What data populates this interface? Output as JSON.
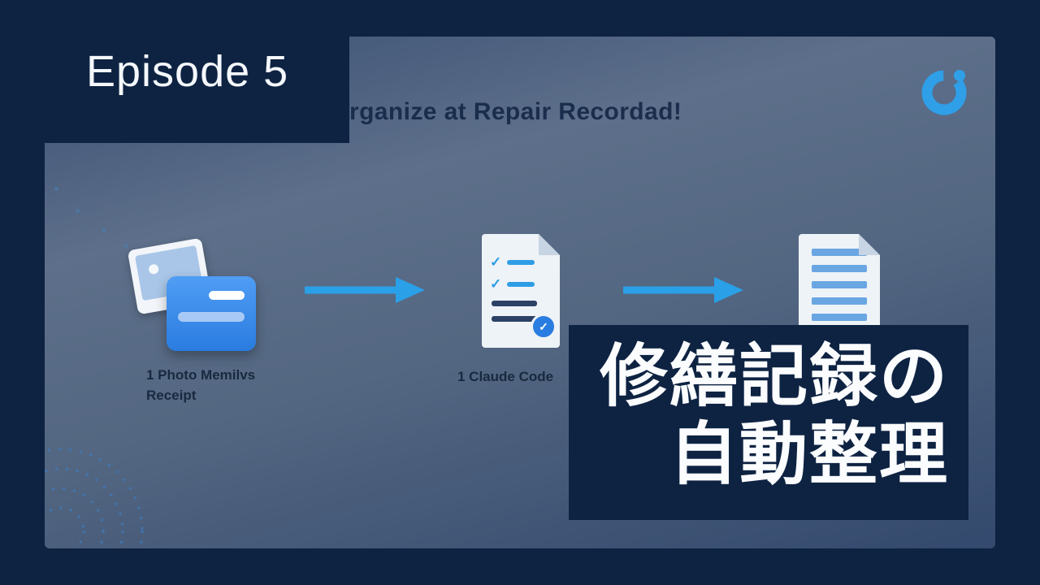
{
  "colors": {
    "background_navy": "#0e2342",
    "accent_blue": "#2aa0e8",
    "receipt_blue": "#2a7ce0",
    "slide_text": "#1b2d4c"
  },
  "episode": {
    "label": "Episode 5"
  },
  "slide": {
    "title": "rganize at Repair Recordad!",
    "flow": {
      "step1": {
        "label_line1": "1 Photo Memilvs",
        "label_line2": "Receipt"
      },
      "step2": {
        "label": "1 Claude Code"
      }
    }
  },
  "icons": {
    "check": "✓"
  },
  "overlay": {
    "line1": "修繕記録の",
    "line2": "自動整理"
  }
}
